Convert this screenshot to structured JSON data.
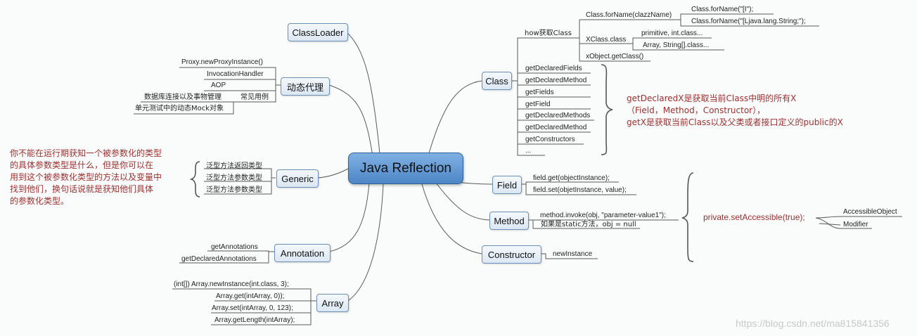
{
  "root": "Java Reflection",
  "branches": {
    "classloader": "ClassLoader",
    "proxy": {
      "label": "动态代理",
      "items": [
        "Proxy.newProxyInstance()",
        "InvocationHandler",
        "AOP"
      ],
      "use_label": "常见用例",
      "uses": [
        "数据库连接以及事物管理",
        "单元测试中的动态Mock对象"
      ]
    },
    "generic": {
      "label": "Generic",
      "items": [
        "泛型方法返回类型",
        "泛型方法参数类型",
        "泛型方法参数类型"
      ],
      "note": [
        "你不能在运行期获知一个被参数化的类型",
        "的具体参数类型是什么，但是你可以在",
        "用到这个被参数化类型的方法以及变量中",
        "找到他们，换句话说就是获知他们具体",
        "的参数化类型。"
      ]
    },
    "annotation": {
      "label": "Annotation",
      "items": [
        "getAnnotations",
        "getDeclaredAnnotations"
      ]
    },
    "array": {
      "label": "Array",
      "items": [
        "(int[]) Array.newInstance(int.class, 3);",
        "Array.get(intArray, 0));",
        "Array.set(intArray, 0, 123);",
        "Array.getLength(intArray);"
      ]
    },
    "class": {
      "label": "Class",
      "how": "how获取Class",
      "forname": "Class.forName(clazzName)",
      "forname_items": [
        "Class.forName(\"[I\");",
        "Class.forName(\"[Ljava.lang.String;\");"
      ],
      "xclass": "XClass.class",
      "xclass_items": [
        "primitive, int.class...",
        "Array, String[].class..."
      ],
      "getclass": "xObject.getClass()",
      "methods": [
        "getDeclaredFields",
        "getDeclaredMethod",
        "getFields",
        "getField",
        "getDeclaredMethods",
        "getDeclaredMethod",
        "getConstructors",
        "..."
      ],
      "note": [
        "getDeclaredX是获取当前Class中明的所有X",
        "（Field，Method，Constructor），",
        "getX是获取当前Class以及父类或者接口定义的public的X"
      ]
    },
    "field": {
      "label": "Field",
      "items": [
        "field.get(objectInstance);",
        "field.set(objetInstance, value);"
      ]
    },
    "method": {
      "label": "Method",
      "items": [
        "method.invoke(obj, \"parameter-value1\");",
        "如果是static方法，obj = null"
      ]
    },
    "constructor": {
      "label": "Constructor",
      "items": [
        "newInstance"
      ]
    },
    "accessible": {
      "label": "private.setAccessible(true);",
      "items": [
        "AccessibleObject",
        "Modifier"
      ]
    }
  },
  "watermark": "https://blog.csdn.net/ma815841356",
  "colors": {
    "root_fill": "#5b93d3",
    "node_border": "#6b8fb5",
    "line": "#5a5a5a",
    "note_red": "#a03030"
  }
}
